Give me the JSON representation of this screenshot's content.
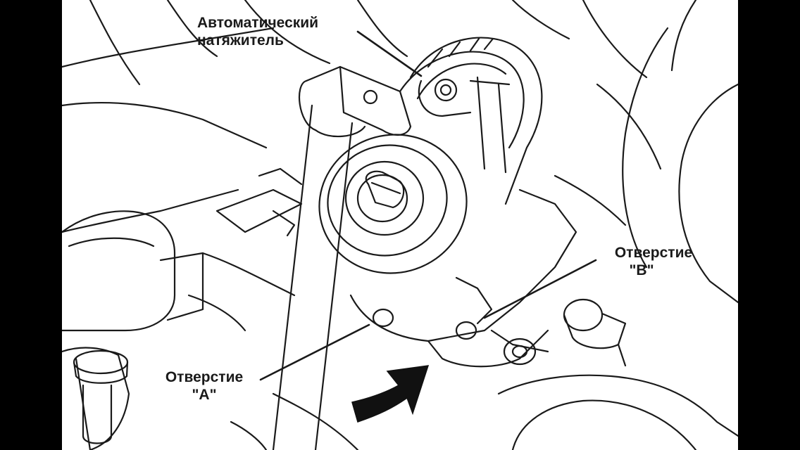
{
  "labels": {
    "tensioner": {
      "line1": "Автоматический",
      "line2": "натяжитель"
    },
    "hole_b": {
      "line1": "Отверстие",
      "line2": "\"B\""
    },
    "hole_a": {
      "line1": "Отверстие",
      "line2": "\"A\""
    }
  },
  "colors": {
    "line": "#1a1a1a",
    "background": "#ffffff",
    "frame": "#000000"
  }
}
